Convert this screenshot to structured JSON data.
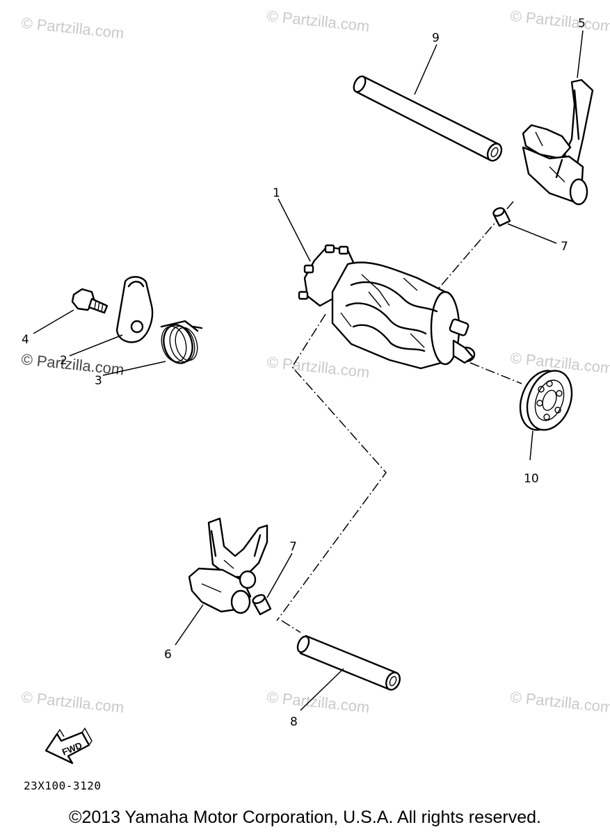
{
  "watermark": "© Partzilla.com",
  "callouts": {
    "p1": "1",
    "p2": "2",
    "p3": "3",
    "p4": "4",
    "p5": "5",
    "p6": "6",
    "p7a": "7",
    "p7b": "7",
    "p8": "8",
    "p9": "9",
    "p10": "10"
  },
  "fwd_label": "FWD",
  "diagram_code": "23X100-3120",
  "copyright": "©2013 Yamaha Motor Corporation, U.S.A. All rights reserved."
}
